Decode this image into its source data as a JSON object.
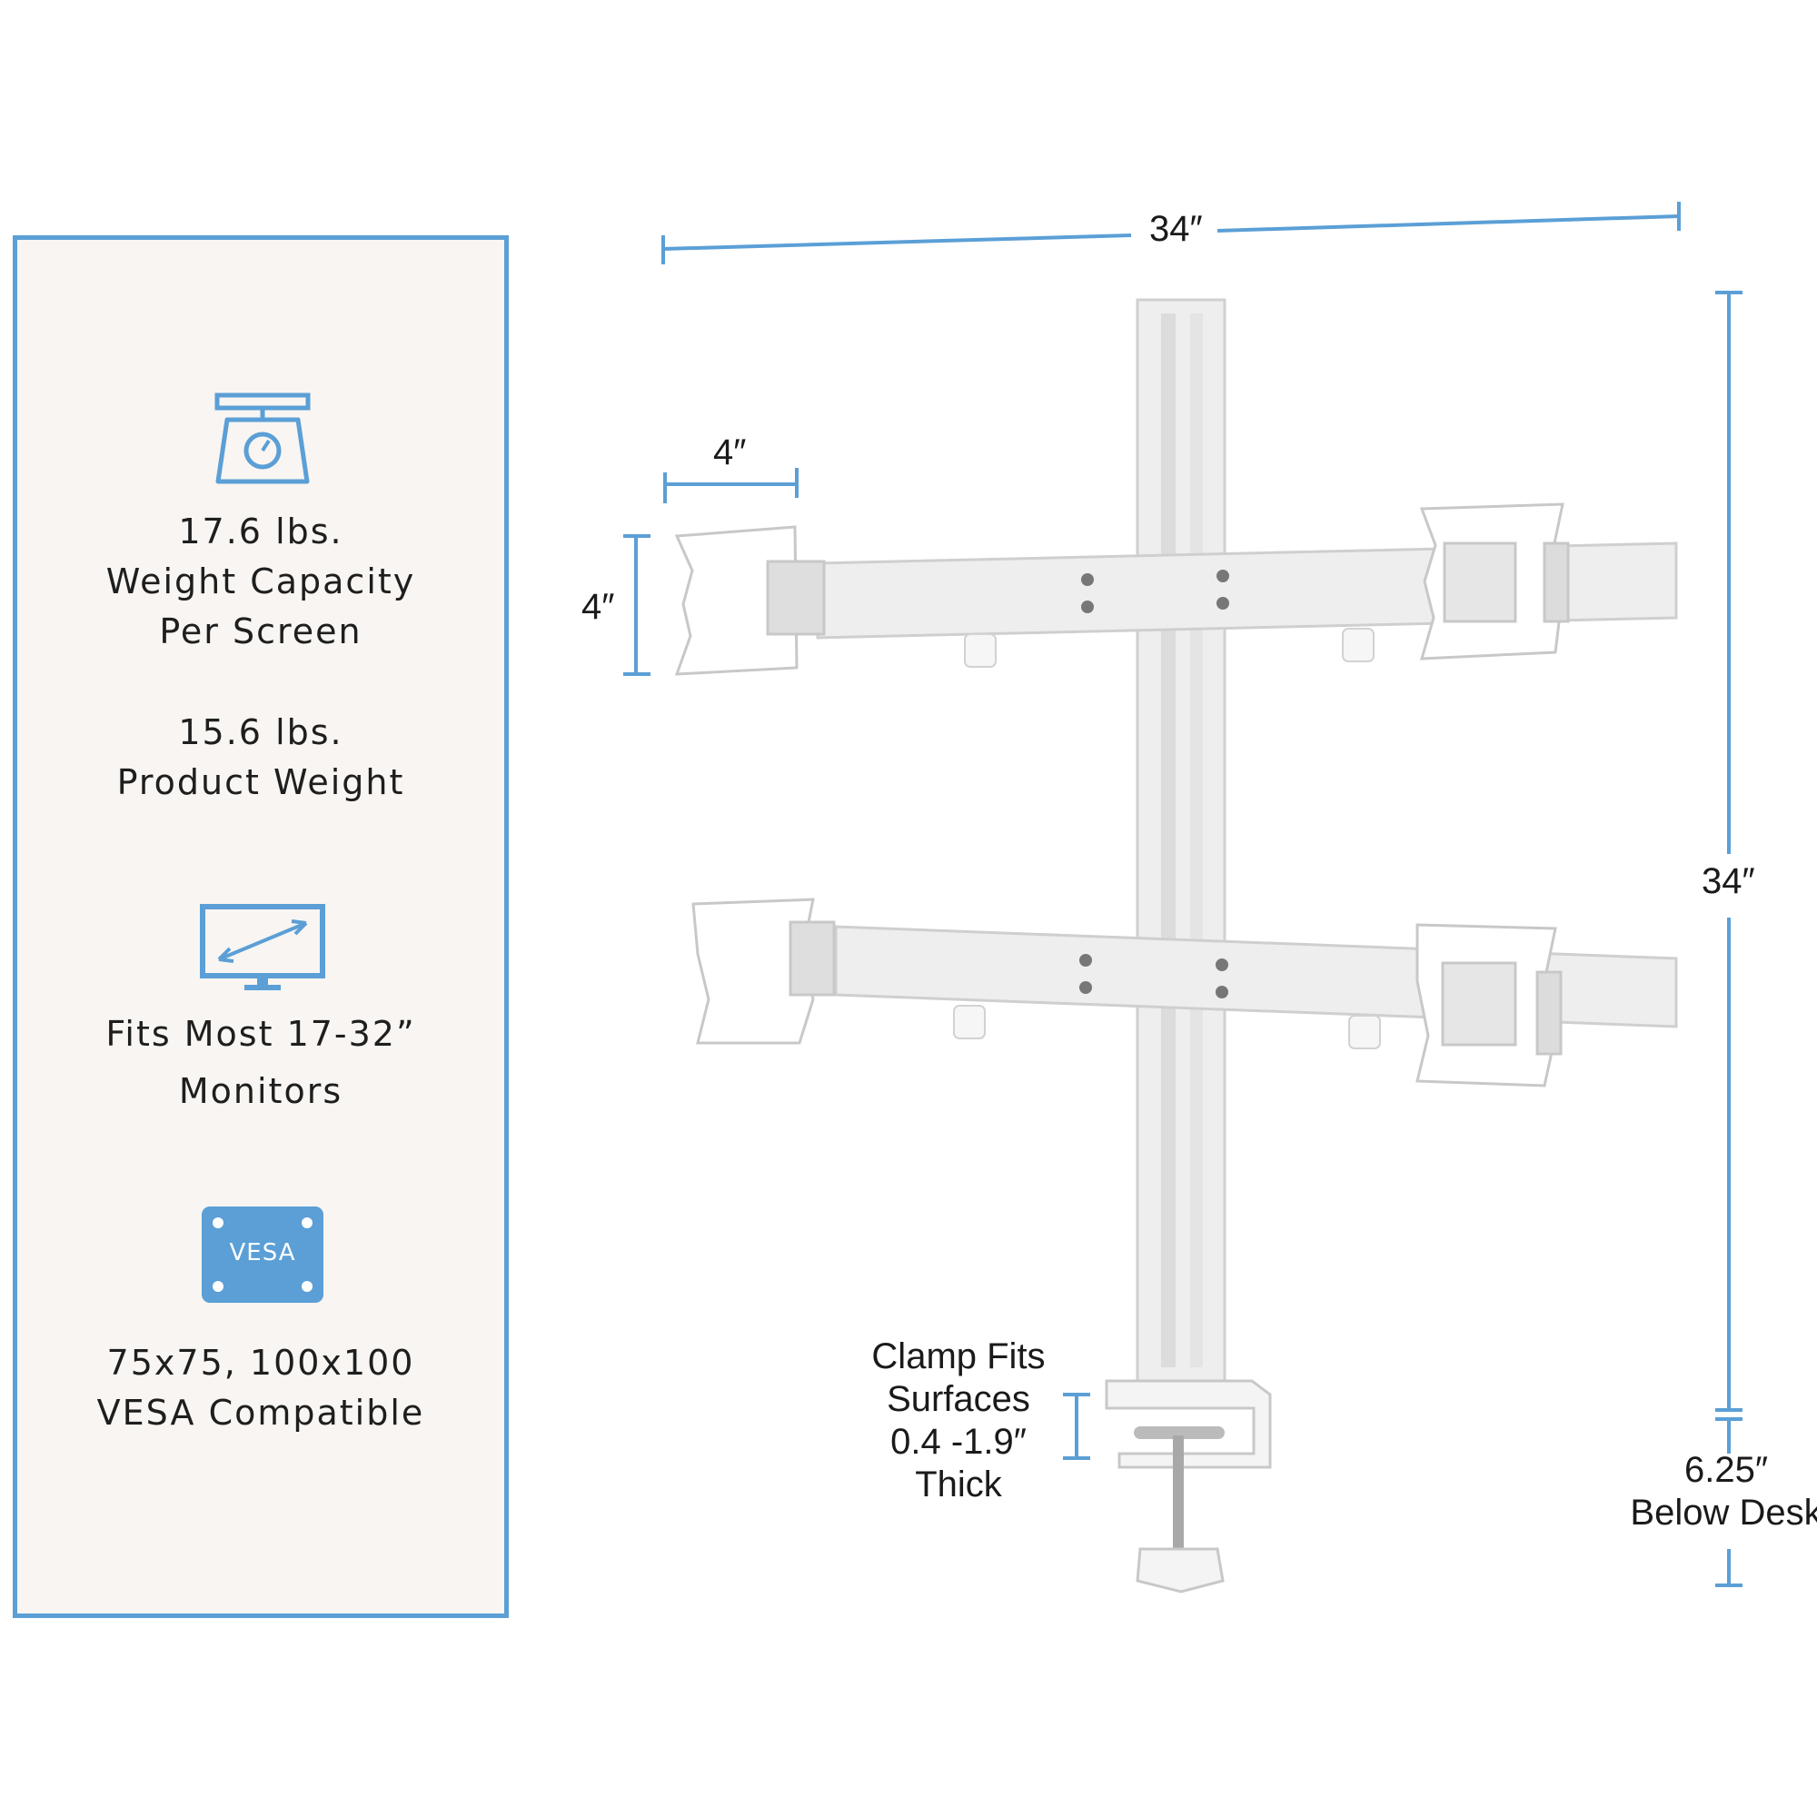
{
  "colors": {
    "accent": "#5b9fd6",
    "panel_bg": "#f8f5f2",
    "text": "#1e1e1e"
  },
  "specs": [
    {
      "icon": "scale-icon",
      "lines": [
        "17.6 lbs.",
        "Weight Capacity",
        "Per Screen"
      ]
    },
    {
      "icon": "",
      "lines": [
        "15.6 lbs.",
        "Product Weight"
      ]
    },
    {
      "icon": "monitor-icon",
      "lines": [
        "Fits Most 17-32”",
        "Monitors"
      ]
    },
    {
      "icon": "vesa-plate-icon",
      "icon_text": "VESA",
      "lines": [
        "75x75, 100x100",
        "VESA Compatible"
      ]
    }
  ],
  "dimensions": {
    "overall_width": "34″",
    "overall_height": "34″",
    "plate_width": "4″",
    "plate_height": "4″",
    "below_desk": [
      "6.25″",
      "Below Desk"
    ]
  },
  "clamp_note": [
    "Clamp Fits",
    "Surfaces",
    "0.4 -1.9″",
    "Thick"
  ]
}
